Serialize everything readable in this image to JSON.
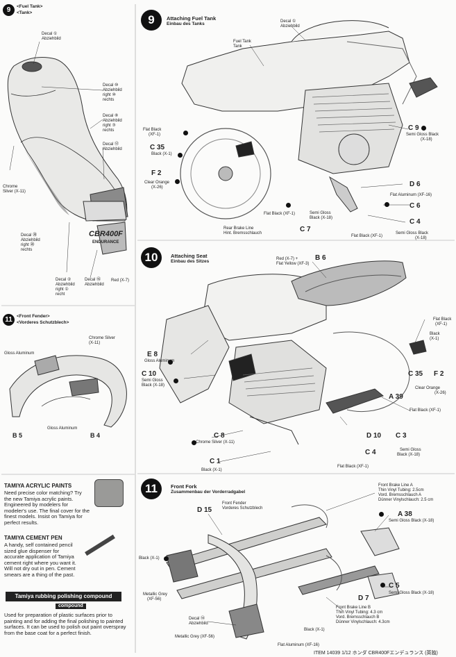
{
  "steps": {
    "s9": {
      "num": "9",
      "title_en": "Attaching Fuel Tank",
      "title_de": "Einbau des Tanks"
    },
    "s10": {
      "num": "10",
      "title_en": "Attaching Seat",
      "title_de": "Einbau des Sitzes"
    },
    "s11": {
      "num": "11",
      "title_en": "Front Fork",
      "title_de": "Zusammenbau der Vorderradgabel"
    }
  },
  "left": {
    "tank_head": {
      "num": "9",
      "en": "<Fuel Tank>",
      "de": "<Tank>"
    },
    "fender_head": {
      "num": "11",
      "en": "<Front Fender>",
      "de": "<Vorderes Schutzblech>"
    },
    "tank_labels": {
      "d11_a": "Decal ①",
      "d11_b": "Abziehbild",
      "d21_a": "Decal ⑩",
      "d21_b": "Abziehbild",
      "d21_c": "right ⑩",
      "d21_d": "rechts",
      "d8_a": "Decal ⑧",
      "d8_b": "Abziehbild",
      "d8_c": "right ③",
      "d8_d": "rechts",
      "d12_a": "Decal ⑫",
      "d12_b": "Abziehbild",
      "chrome_a": "Chrome",
      "chrome_b": "Silver (X-11)",
      "d23_a": "Decal ⑳",
      "d23_b": "Abziehbild",
      "d23_c": "right ⑳",
      "d23_d": "rechts",
      "d2_a": "Decal ②",
      "d2_b": "Abziehbild",
      "d2_c": "right ①",
      "d2_d": "recht",
      "d16_a": "Decal ⑯",
      "d16_b": "Abziehbild",
      "red": "Red (X-7)",
      "logo": "CBR400F",
      "logo2": "ENDURANCE"
    },
    "fender_labels": {
      "chrome": "Chrome Silver",
      "chrome2": "(X-11)",
      "gloss1": "Gloss Aluminum",
      "gloss2": "Gloss Aluminum",
      "b5": "B 5",
      "b4": "B 4"
    },
    "paints": {
      "title": "TAMIYA ACRYLIC PAINTS",
      "body": "Need precise color matching? Try the new Tamiya acrylic paints. Engineered by modelers for modeler's use. The final cover for the finest models. Insist on Tamiya for perfect results."
    },
    "cement": {
      "title": "TAMIYA CEMENT PEN",
      "body": "A handy, self contained pencil sized glue dispenser for accurate application of Tamiya cement right where you want it. Will not dry out in pen. Cement smears are a thing of the past."
    },
    "polish": {
      "title": "Tamiya rubbing polishing compound",
      "tag": "compound",
      "body": "Used for preparation of plastic surfaces prior to painting and for adding the final polishing to painted surfaces. It can be used to polish out paint overspray from the base coat for a perfect finish."
    }
  },
  "step9_labels": {
    "decal11a": "Decal ①",
    "decal11b": "Abziehbild",
    "tank_a": "Fuel Tank",
    "tank_b": "Tank",
    "flatblack_a": "Flat Black",
    "flatblack_b": "(XF-1)",
    "c35": "C 35",
    "c35_paint": "Black (X-1)",
    "f2": "F 2",
    "f2_paint_a": "Clear Orange",
    "f2_paint_b": "(X-26)",
    "c9": "C 9",
    "c9_paint_a": "Semi Gloss Black",
    "c9_paint_b": "(X-18)",
    "d6": "D 6",
    "flat_alu": "Flat Aluminum (XF-16)",
    "c6": "C 6",
    "c4": "C 4",
    "c4_paint_a": "Semi Gloss Black",
    "c4_paint_b": "(X-18)",
    "c7": "C 7",
    "c7_paint_a": "Semi Gloss",
    "c7_paint_b": "Black (X-18)",
    "fb2": "Flat Black (XF-1)",
    "fb3": "Flat Black (XF-1)",
    "brake_a": "Rear Brake Line",
    "brake_b": "Hint. Bremsschlauch"
  },
  "step10_labels": {
    "red_a": "Red (X-7) +",
    "red_b": "Flat Yellow (XF-3)",
    "b6": "B 6",
    "fb_a": "Flat Black",
    "fb_b": "(XF-1)",
    "blk_a": "Black",
    "blk_b": "(X-1)",
    "e8": "E 8",
    "e8_paint": "Gloss Aluminum",
    "c10": "C 10",
    "c10_a": "Semi Gloss",
    "c10_b": "Black (X-18)",
    "c35": "C 35",
    "f2": "F 2",
    "f2_a": "Clear Orange",
    "f2_b": "(X-26)",
    "a39": "A 39",
    "fb2": "Flat Black (XF-1)",
    "c8": "C 8",
    "c8_paint": "Chrome Silver (X-11)",
    "d10": "D 10",
    "c3": "C 3",
    "c3_a": "Semi Gloss",
    "c3_b": "Black (X-18)",
    "c4": "C 4",
    "c1": "C 1",
    "c1_paint": "Black (X-1)",
    "fb3": "Flat Black (XF-1)"
  },
  "step11_labels": {
    "fbl_a": "Front Brake Line A",
    "fbl_b": "Thin Vinyl Tubing: 2.5cm",
    "fbl_c": "Vord. Bremsschlauch A",
    "fbl_d": "Dünner Vinylschlauch: 2.5 cm",
    "fender_a": "Front Fender",
    "fender_b": "Vorderes Schutzblech",
    "d15": "D 15",
    "a38": "A 38",
    "a38_paint": "Semi Gloss Black (X-18)",
    "black": "Black (X-1)",
    "mg_a": "Metallic Grey",
    "mg_b": "(XF-56)",
    "c5": "C 5",
    "c5_paint": "Semi Gloss Black (X-18)",
    "d7": "D 7",
    "fblb_a": "Front Brake Line B",
    "fblb_b": "Thin Vinyl Tubing: 4.3 cm",
    "fblb_c": "Vord. Bremsschlauch B",
    "fblb_d": "Dünner Vinylschlauch: 4.3cm",
    "decal14_a": "Decal ⑭",
    "decal14_b": "Abziehbild",
    "black2": "Black (X-1)",
    "mg2": "Metallic Grey (XF-56)",
    "fa": "Flat Aluminum (XF-16)"
  },
  "footer": "ITEM 14039  1/12 ホンダ CBR400Fエンデュランス (英独)"
}
